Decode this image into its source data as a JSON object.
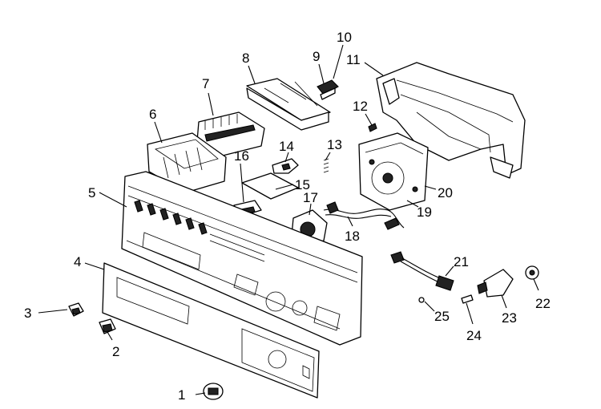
{
  "callouts": [
    {
      "id": "1",
      "label": "1"
    },
    {
      "id": "2",
      "label": "2"
    },
    {
      "id": "3",
      "label": "3"
    },
    {
      "id": "4",
      "label": "4"
    },
    {
      "id": "5",
      "label": "5"
    },
    {
      "id": "6",
      "label": "6"
    },
    {
      "id": "7",
      "label": "7"
    },
    {
      "id": "8",
      "label": "8"
    },
    {
      "id": "9",
      "label": "9"
    },
    {
      "id": "10",
      "label": "10"
    },
    {
      "id": "11",
      "label": "11"
    },
    {
      "id": "12",
      "label": "12"
    },
    {
      "id": "13",
      "label": "13"
    },
    {
      "id": "14",
      "label": "14"
    },
    {
      "id": "15",
      "label": "15"
    },
    {
      "id": "16",
      "label": "16"
    },
    {
      "id": "17",
      "label": "17"
    },
    {
      "id": "18",
      "label": "18"
    },
    {
      "id": "19",
      "label": "19"
    },
    {
      "id": "20",
      "label": "20"
    },
    {
      "id": "21",
      "label": "21"
    },
    {
      "id": "22",
      "label": "22"
    },
    {
      "id": "23",
      "label": "23"
    },
    {
      "id": "24",
      "label": "24"
    },
    {
      "id": "25",
      "label": "25"
    }
  ]
}
